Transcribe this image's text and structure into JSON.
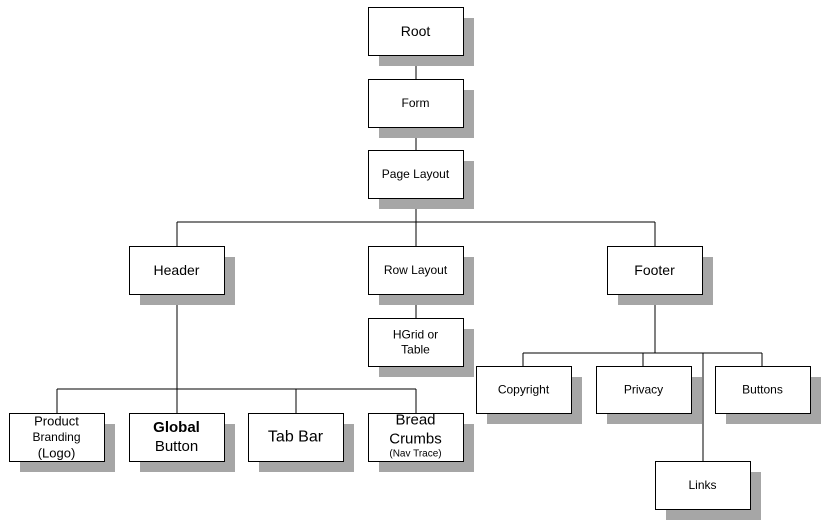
{
  "colors": {
    "box_fill": "#ffffff",
    "box_border": "#000000",
    "shadow": "#a6a6a6",
    "connector": "#000000"
  },
  "nodes": {
    "root": {
      "lines": [
        "Root"
      ]
    },
    "form": {
      "lines": [
        "Form"
      ]
    },
    "page_layout": {
      "lines": [
        "Page Layout"
      ]
    },
    "header": {
      "lines": [
        "Header"
      ]
    },
    "row_layout": {
      "lines": [
        "Row Layout"
      ]
    },
    "footer": {
      "lines": [
        "Footer"
      ]
    },
    "hgrid": {
      "lines": [
        "HGrid or",
        "Table"
      ]
    },
    "product_branding": {
      "lines": [
        "Product",
        "Branding",
        "(Logo)"
      ]
    },
    "global_button": {
      "lines": [
        "Global",
        "Button"
      ]
    },
    "tab_bar": {
      "lines": [
        "Tab Bar"
      ]
    },
    "bread_crumbs": {
      "lines": [
        "Bread",
        "Crumbs",
        "(Nav Trace)"
      ]
    },
    "copyright": {
      "lines": [
        "Copyright"
      ]
    },
    "privacy": {
      "lines": [
        "Privacy"
      ]
    },
    "buttons": {
      "lines": [
        "Buttons"
      ]
    },
    "links": {
      "lines": [
        "Links"
      ]
    }
  }
}
